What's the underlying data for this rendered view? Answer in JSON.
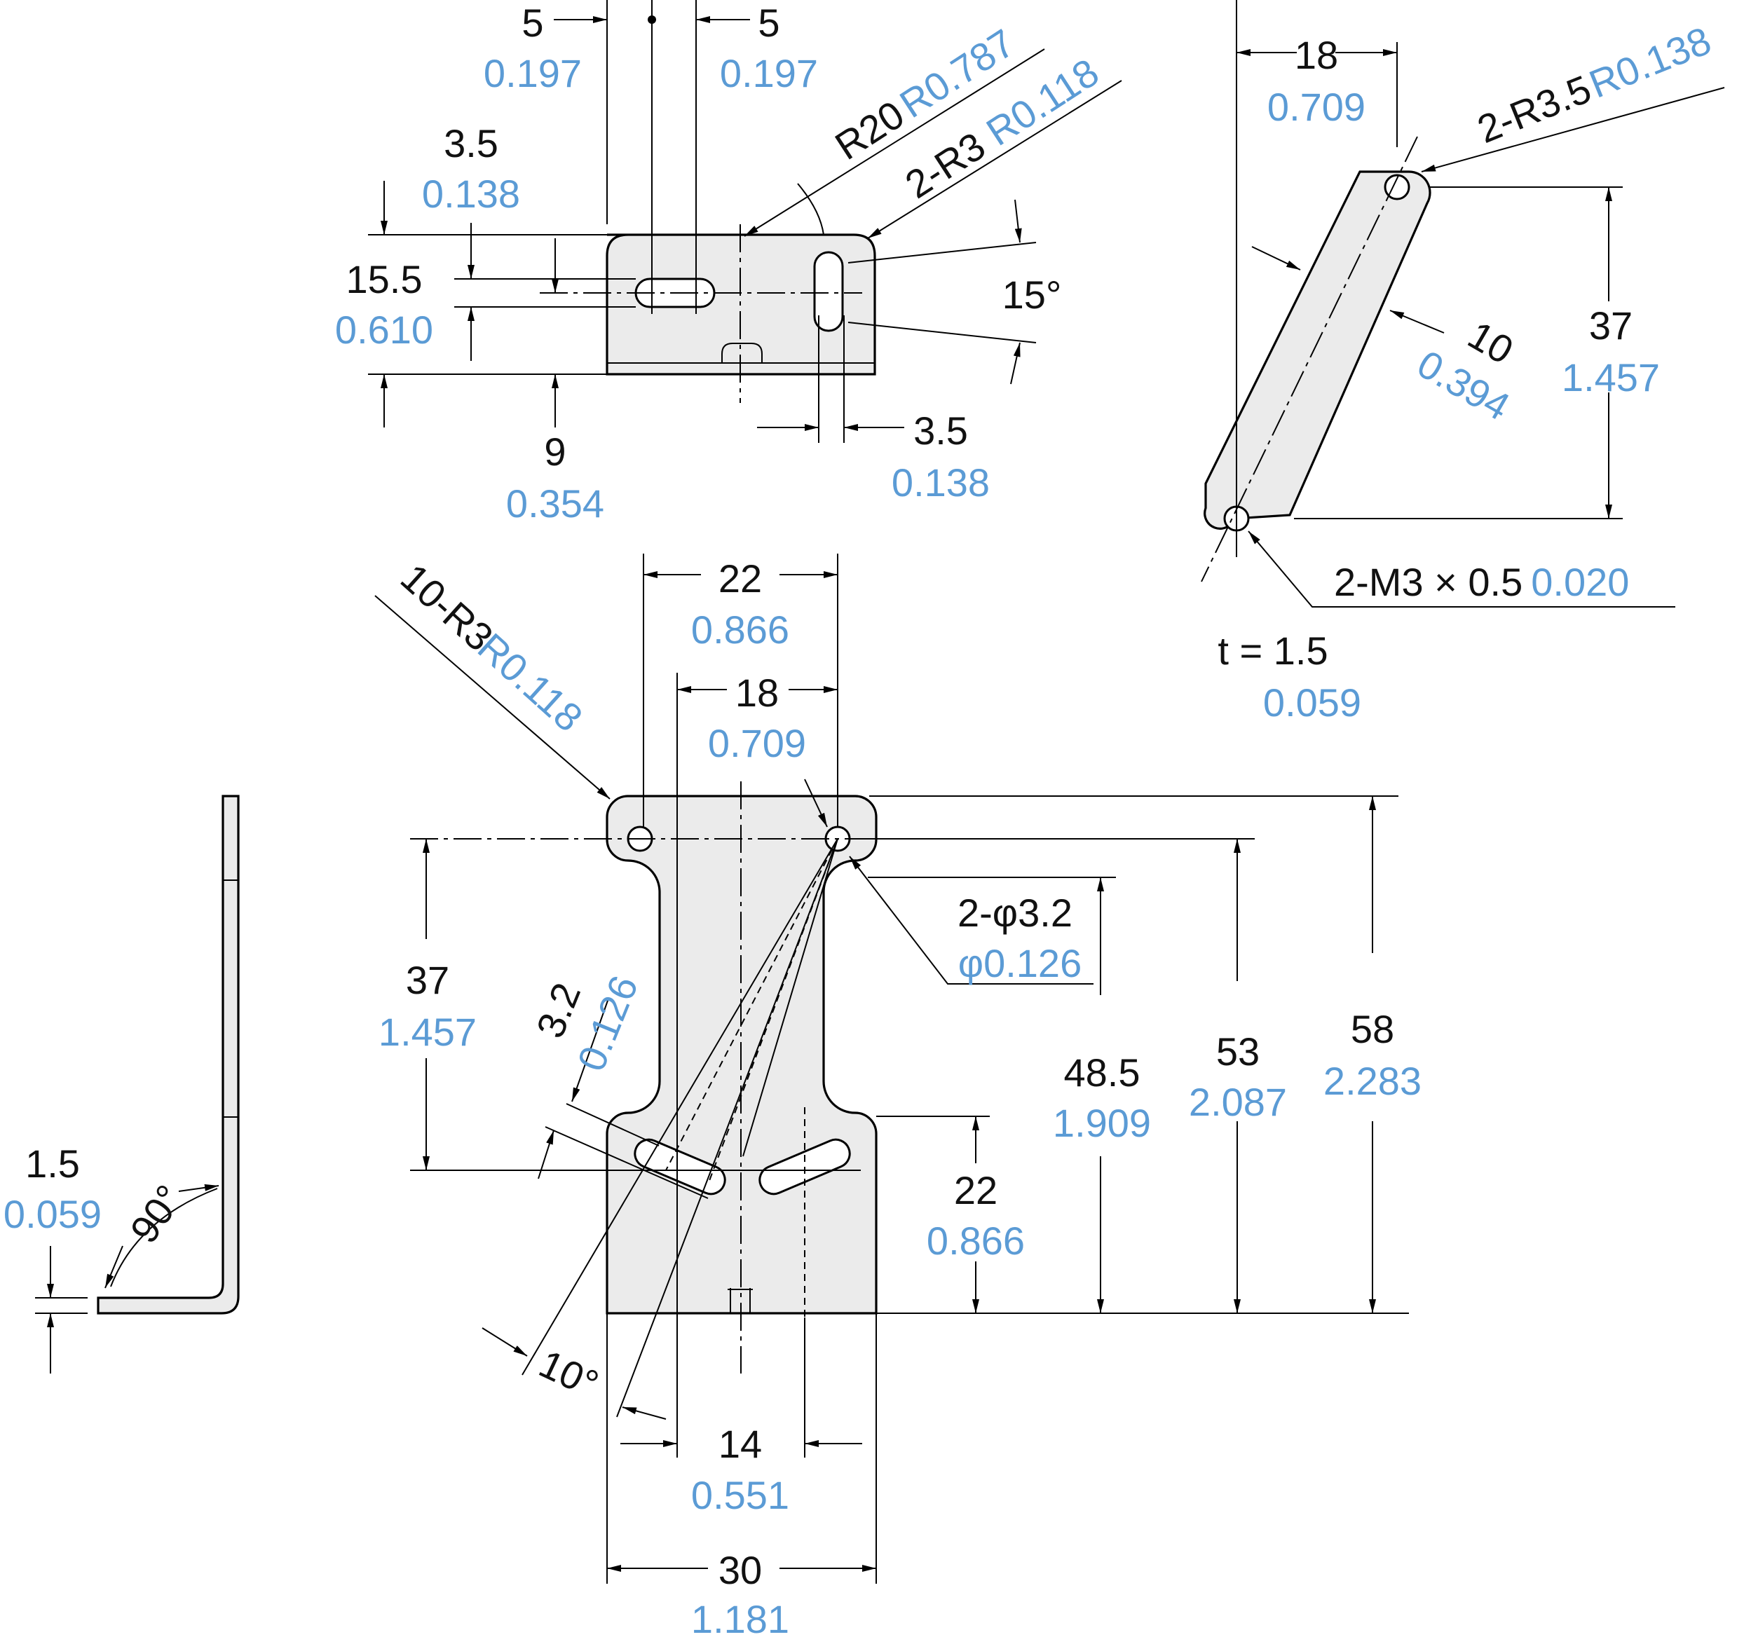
{
  "colors": {
    "line": "#000000",
    "part_fill": "#ebebeb",
    "imperial_text": "#5b9bd5",
    "metric_text": "#111111"
  },
  "top_view": {
    "d5_left": "5",
    "d5_left_in": "0.197",
    "d5_right": "5",
    "d5_right_in": "0.197",
    "r20": "R20",
    "r20_in": "R0.787",
    "r3": "2-R3",
    "r3_in": "R0.118",
    "d35": "3.5",
    "d35_in": "0.138",
    "d155": "15.5",
    "d155_in": "0.610",
    "angle": "15°",
    "d9": "9",
    "d9_in": "0.354",
    "d35b": "3.5",
    "d35b_in": "0.138"
  },
  "side_view": {
    "w18": "18",
    "w18_in": "0.709",
    "r35": "2-R3.5",
    "r35_in": "R0.138",
    "h37": "37",
    "h37_in": "1.457",
    "w10": "10",
    "w10_in": "0.394",
    "m3": "2-M3 × 0.5",
    "m3_in": "0.020",
    "t": "t = 1.5",
    "t_in": "0.059"
  },
  "front_view": {
    "w22": "22",
    "w22_in": "0.866",
    "w18": "18",
    "w18_in": "0.709",
    "r3": "10-R3",
    "r3_in": "R0.118",
    "h37": "37",
    "h37_in": "1.457",
    "hole": "2-φ3.2",
    "hole_in": "φ0.126",
    "slot": "3.2",
    "slot_in": "0.126",
    "h485": "48.5",
    "h485_in": "1.909",
    "h53": "53",
    "h53_in": "2.087",
    "h58": "58",
    "h58_in": "2.283",
    "h22": "22",
    "h22_in": "0.866",
    "angle": "10°",
    "w14": "14",
    "w14_in": "0.551",
    "w30": "30",
    "w30_in": "1.181"
  },
  "bend_view": {
    "thk": "1.5",
    "thk_in": "0.059",
    "angle": "90°"
  }
}
